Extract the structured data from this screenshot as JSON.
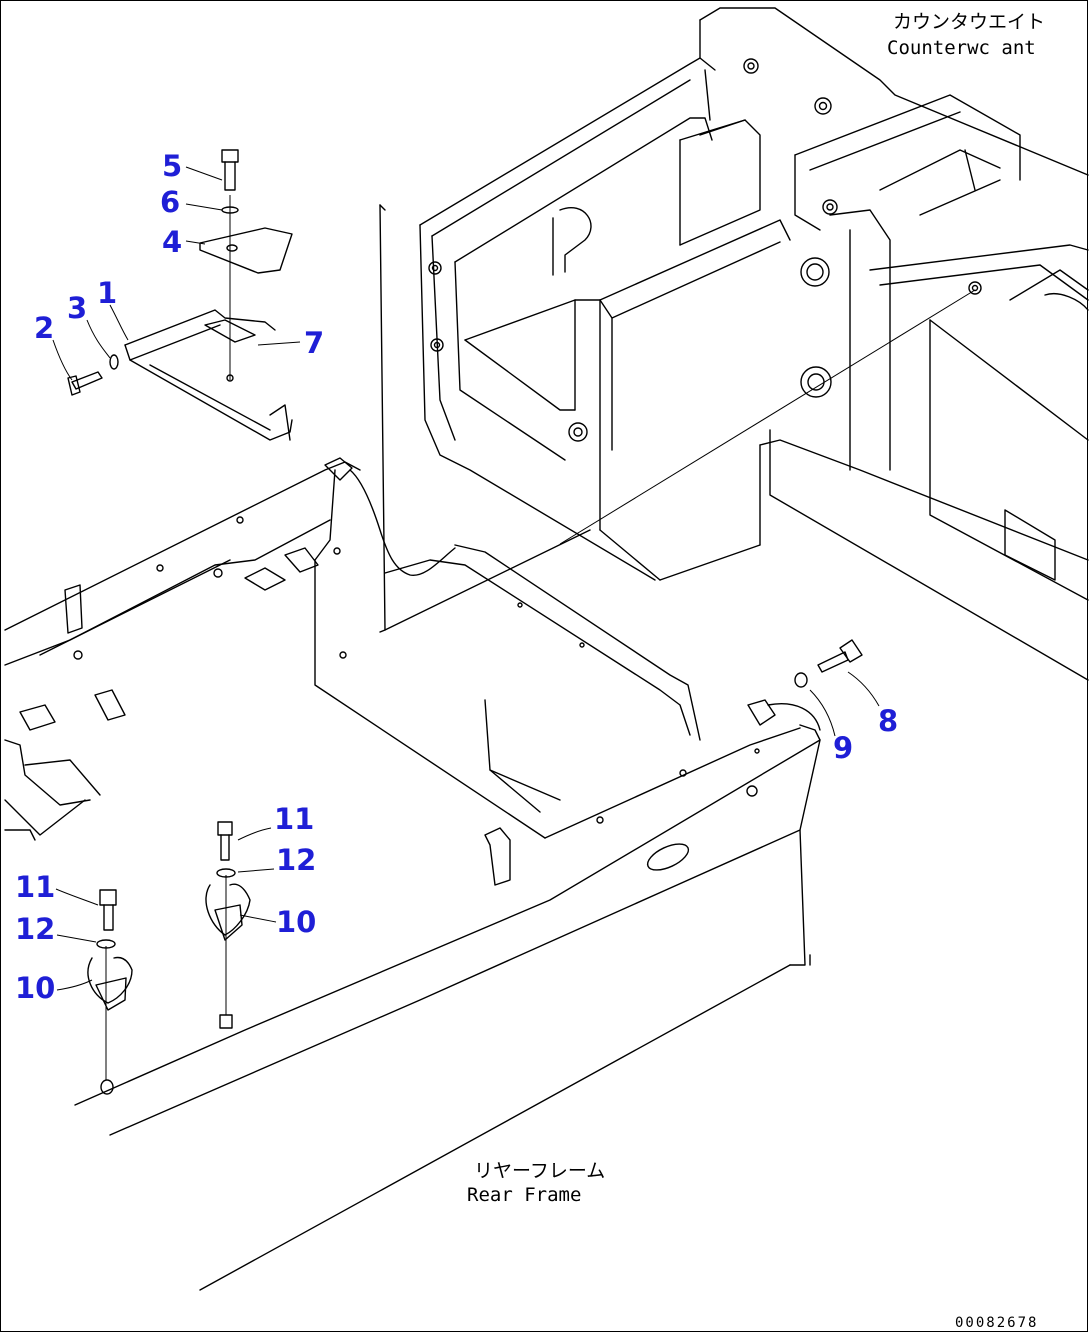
{
  "labels": {
    "counterweight_jp": "カウンタウエイト",
    "counterweight_en": "Counterwc ant",
    "rear_frame_jp": "リヤーフレーム",
    "rear_frame_en": "Rear Frame",
    "drawing_code": "00082678"
  },
  "callouts": [
    {
      "id": "c5",
      "text": "5"
    },
    {
      "id": "c6",
      "text": "6"
    },
    {
      "id": "c4",
      "text": "4"
    },
    {
      "id": "c1",
      "text": "1"
    },
    {
      "id": "c3",
      "text": "3"
    },
    {
      "id": "c2",
      "text": "2"
    },
    {
      "id": "c7",
      "text": "7"
    },
    {
      "id": "c8",
      "text": "8"
    },
    {
      "id": "c9",
      "text": "9"
    },
    {
      "id": "c11a",
      "text": "11"
    },
    {
      "id": "c12a",
      "text": "12"
    },
    {
      "id": "c10a",
      "text": "10"
    },
    {
      "id": "c11b",
      "text": "11"
    },
    {
      "id": "c12b",
      "text": "12"
    },
    {
      "id": "c10b",
      "text": "10"
    }
  ],
  "colors": {
    "callout": "#1f1fd6",
    "line": "#000000"
  }
}
